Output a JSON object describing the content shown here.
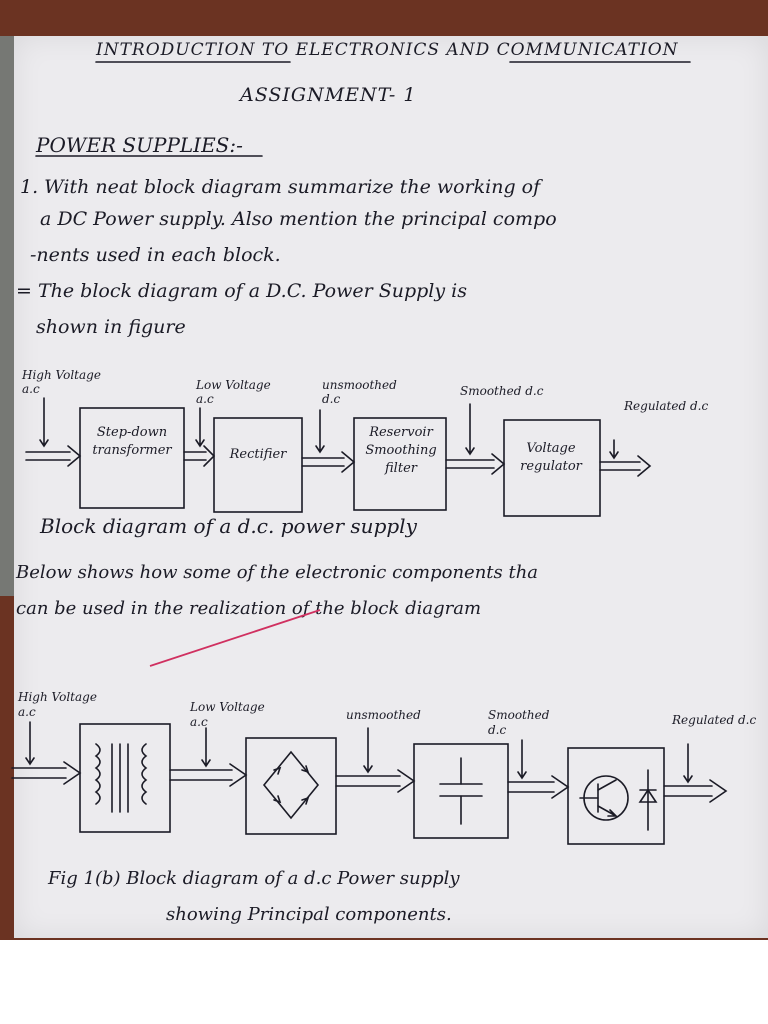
{
  "header": {
    "title": "INTRODUCTION TO ELECTRONICS AND COMMUNICATION",
    "subtitle": "ASSIGNMENT- 1"
  },
  "section": {
    "heading": "POWER SUPPLIES:-"
  },
  "question": {
    "line1": "1. With neat block diagram summarize the working of",
    "line2": "a DC Power supply. Also mention the principal compo",
    "line3": "-nents used in each block."
  },
  "answer": {
    "line1": "= The block diagram of a D.C. Power Supply is",
    "line2": "shown in figure"
  },
  "diagram1": {
    "labels": {
      "input": "High Voltage a.c",
      "low_voltage": "Low Voltage a.c",
      "unsmoothed": "unsmoothed d.c",
      "smoothed": "Smoothed d.c",
      "regulated": "Regulated d.c"
    },
    "blocks": [
      "Step-down transformer",
      "Rectifier",
      "Reservoir Smoothing filter",
      "Voltage regulator"
    ],
    "caption": "Block diagram of a d.c. power supply"
  },
  "paragraph": {
    "line1": "Below shows how some of the electronic components tha",
    "line2": "can be used in the realization of the block diagram"
  },
  "diagram2": {
    "labels": {
      "input": "High Voltage a.c",
      "low_voltage": "Low Voltage a.c",
      "unsmoothed": "unsmoothed",
      "smoothed": "Smoothed d.c",
      "regulated": "Regulated d.c"
    },
    "caption_line1": "Fig 1(b) Block diagram of a d.c Power supply",
    "caption_line2": "showing Principal components."
  },
  "colors": {
    "ink": "#1b1b26",
    "paper": "#ecebee",
    "wood": "#6b3322",
    "red_pen": "#d03060"
  }
}
